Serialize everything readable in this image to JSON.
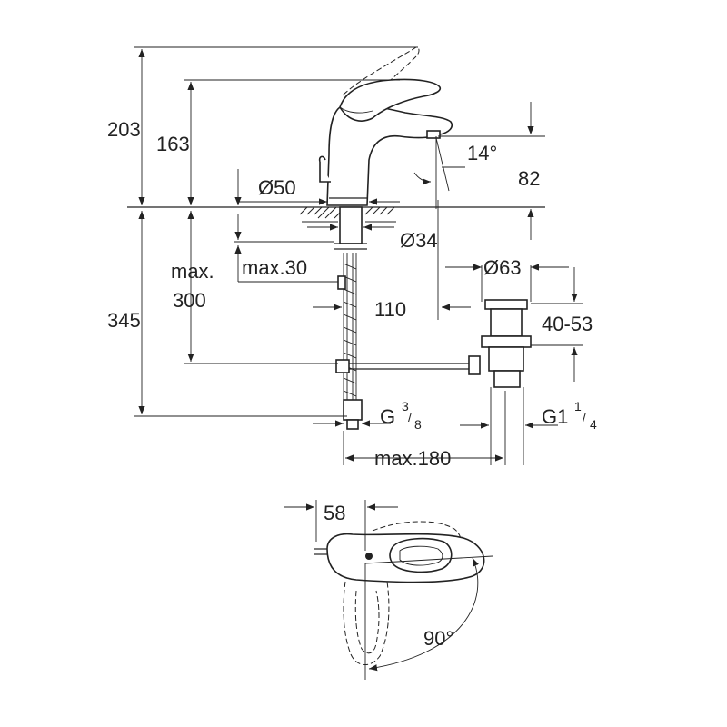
{
  "drawing": {
    "dimensions": {
      "total_height": "203",
      "spout_height": "163",
      "spout_angle": "14°",
      "spout_projection": "82",
      "base_diameter": "Ø50",
      "hole_diameter": "Ø34",
      "countertop_thickness": "max.30",
      "rod_max_label": "max.",
      "rod_max_value": "300",
      "below_counter": "345",
      "waste_diameter": "Ø63",
      "drain_range": "40-53",
      "rod_offset": "110",
      "inlet_thread": "G",
      "inlet_sup": "3",
      "inlet_sub": "8",
      "waste_thread": "G1",
      "waste_sup": "1",
      "waste_sub": "4",
      "max_reach": "max.180",
      "top_offset": "58",
      "swivel_angle": "90°"
    }
  }
}
